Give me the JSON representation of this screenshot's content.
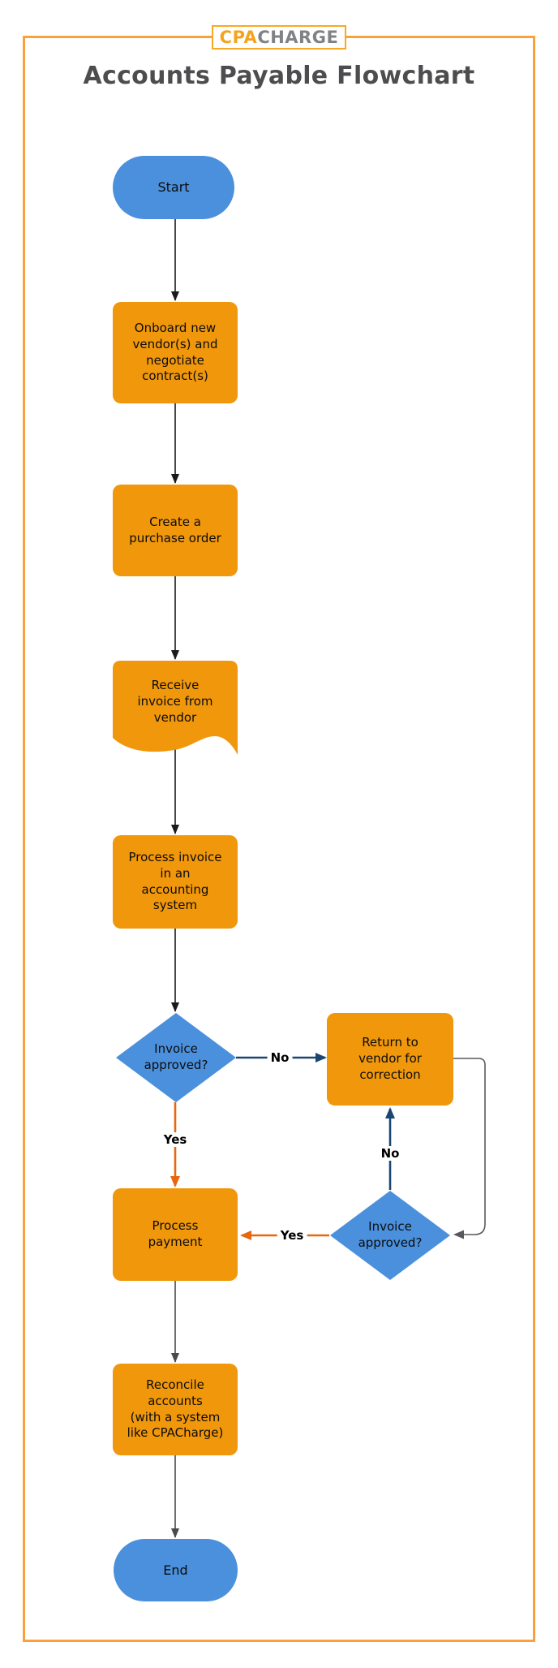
{
  "page": {
    "background": "#FFFFFF",
    "border_color": "#F9A13C"
  },
  "logo": {
    "part1": "CPA",
    "part2": "CHARGE",
    "part1_color": "#F5A21D",
    "part2_color": "#808285"
  },
  "title": "Accounts Payable Flowchart",
  "colors": {
    "process_fill": "#F0970B",
    "terminal_fill": "#4B90DC",
    "decision_fill": "#4B90DC",
    "arrow_black": "#1A1A1A",
    "arrow_dark_gray": "#4A4A4A",
    "arrow_orange": "#E8660F",
    "arrow_navy": "#1B4573",
    "loop_connector_gray": "#58595B"
  },
  "nodes": {
    "start": {
      "label": "Start",
      "type": "terminal"
    },
    "onboard": {
      "label": "Onboard new\nvendor(s) and\nnegotiate\ncontract(s)",
      "type": "process"
    },
    "create_po": {
      "label": "Create a\npurchase order",
      "type": "process"
    },
    "receive_invoice": {
      "label": "Receive\ninvoice from\nvendor",
      "type": "document"
    },
    "process_invoice": {
      "label": "Process invoice\nin an\naccounting\nsystem",
      "type": "process"
    },
    "decision1": {
      "label": "Invoice\napproved?",
      "type": "decision"
    },
    "return_vendor": {
      "label": "Return to\nvendor for\ncorrection",
      "type": "process"
    },
    "process_payment": {
      "label": "Process\npayment",
      "type": "process"
    },
    "decision2": {
      "label": "Invoice\napproved?",
      "type": "decision"
    },
    "reconcile": {
      "label": "Reconcile\naccounts\n(with a system\nlike CPACharge)",
      "type": "process"
    },
    "end": {
      "label": "End",
      "type": "terminal"
    }
  },
  "edge_labels": {
    "decision1_no": "No",
    "decision1_yes": "Yes",
    "decision2_no": "No",
    "decision2_yes": "Yes"
  },
  "edges": [
    {
      "from": "start",
      "to": "onboard"
    },
    {
      "from": "onboard",
      "to": "create_po"
    },
    {
      "from": "create_po",
      "to": "receive_invoice"
    },
    {
      "from": "receive_invoice",
      "to": "process_invoice"
    },
    {
      "from": "process_invoice",
      "to": "decision1"
    },
    {
      "from": "decision1",
      "to": "return_vendor",
      "label": "No"
    },
    {
      "from": "decision1",
      "to": "process_payment",
      "label": "Yes"
    },
    {
      "from": "return_vendor",
      "to": "decision2"
    },
    {
      "from": "decision2",
      "to": "return_vendor",
      "label": "No"
    },
    {
      "from": "decision2",
      "to": "process_payment",
      "label": "Yes"
    },
    {
      "from": "process_payment",
      "to": "reconcile"
    },
    {
      "from": "reconcile",
      "to": "end"
    }
  ]
}
